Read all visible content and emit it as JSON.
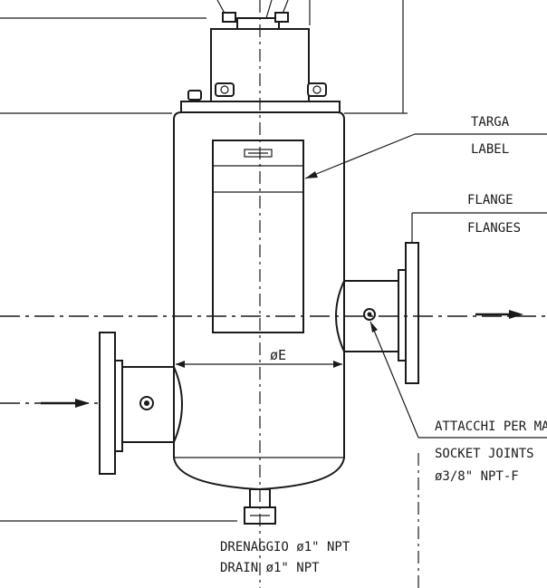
{
  "labels": {
    "targa": "TARGA",
    "label": "LABEL",
    "flange": "FLANGE",
    "flanges": "FLANGES",
    "attacchi": "ATTACCHI PER MA",
    "socket_joints": "SOCKET JOINTS",
    "socket_size": "ø3/8\" NPT-F",
    "diameter": "øE",
    "drenaggio": "DRENAGGIO ø1\" NPT",
    "drain": "DRAIN ø1\" NPT"
  }
}
